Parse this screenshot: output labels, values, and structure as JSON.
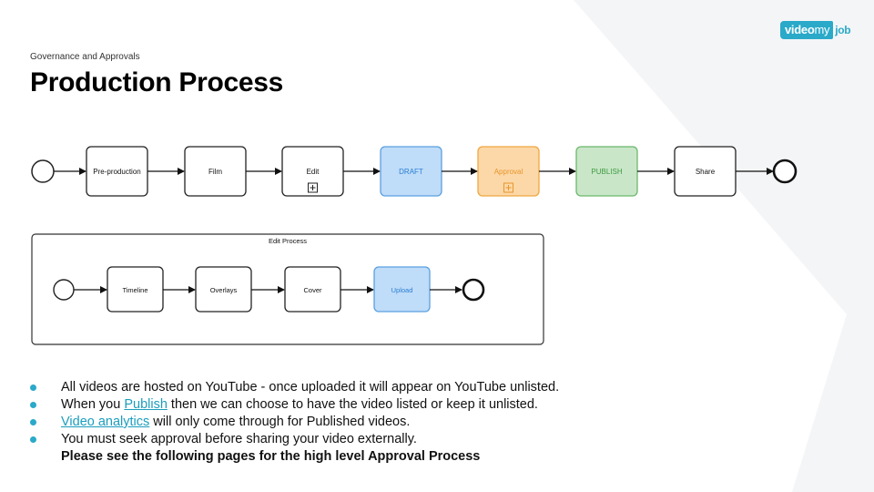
{
  "header": {
    "section_label": "Governance and Approvals",
    "title": "Production Process"
  },
  "logo": {
    "part1": "video",
    "part2": "my",
    "part3": "job"
  },
  "main_flow": {
    "nodes": [
      {
        "id": "preproduction",
        "label": "Pre-production",
        "style": "plain",
        "subprocess": false
      },
      {
        "id": "film",
        "label": "Film",
        "style": "plain",
        "subprocess": false
      },
      {
        "id": "edit",
        "label": "Edit",
        "style": "plain",
        "subprocess": true
      },
      {
        "id": "draft",
        "label": "DRAFT",
        "style": "blue",
        "subprocess": false
      },
      {
        "id": "approval",
        "label": "Approval",
        "style": "orange",
        "subprocess": true
      },
      {
        "id": "publish",
        "label": "PUBLISH",
        "style": "green",
        "subprocess": false
      },
      {
        "id": "share",
        "label": "Share",
        "style": "plain",
        "subprocess": false
      }
    ]
  },
  "edit_process": {
    "title": "Edit Process",
    "nodes": [
      {
        "id": "timeline",
        "label": "Timeline",
        "style": "plain"
      },
      {
        "id": "overlays",
        "label": "Overlays",
        "style": "plain"
      },
      {
        "id": "cover",
        "label": "Cover",
        "style": "plain"
      },
      {
        "id": "upload",
        "label": "Upload",
        "style": "blue"
      }
    ]
  },
  "bullets": {
    "b1": "All videos are hosted on YouTube - once uploaded it will appear on YouTube unlisted.",
    "b2_pre": "When you ",
    "b2_link": "Publish",
    "b2_post": " then we can choose to have the video listed or keep it unlisted.",
    "b3_link": "Video analytics",
    "b3_post": " will only come through for Published videos.",
    "b4": "You must seek approval before sharing your video externally.",
    "b5": "Please see the following pages for the high level Approval Process"
  },
  "colors": {
    "accent": "#2aa9c9",
    "blue_fill": "#bfdcf8",
    "blue_stroke": "#5aa0e0",
    "blue_text": "#2a7fd4",
    "orange_fill": "#fcd8a8",
    "orange_stroke": "#f0a640",
    "orange_text": "#e8952a",
    "green_fill": "#c9e6c9",
    "green_stroke": "#6cb86c",
    "green_text": "#3f9a3f"
  }
}
